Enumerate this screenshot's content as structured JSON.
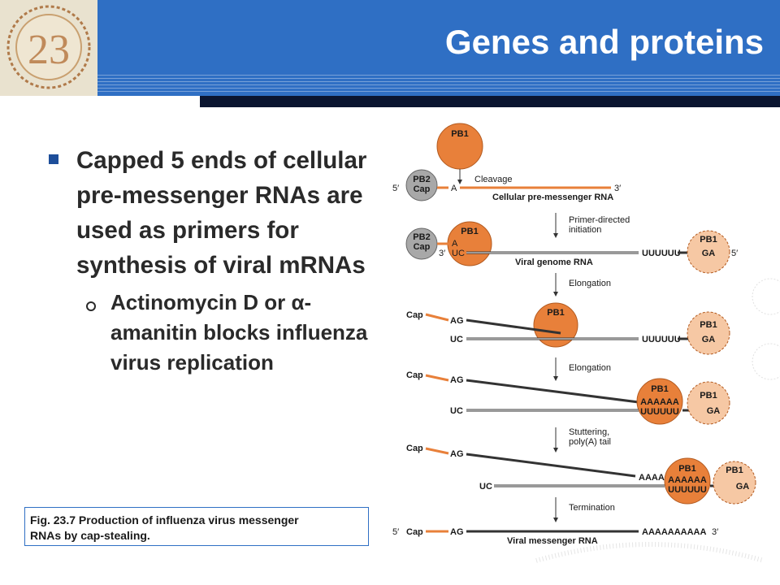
{
  "slide": {
    "title": "Genes and proteins",
    "bullet": "Capped 5 ends of cellular pre-messenger RNAs are used as primers for synthesis of viral mRNAs",
    "sub_bullet": "Actinomycin D or α-amanitin blocks influenza virus replication",
    "caption_line1": "Fig. 23.7  Production of influenza virus messenger",
    "caption_line2": "RNAs by cap-stealing."
  },
  "logo": {
    "text": "23"
  },
  "diagram": {
    "pb1": "PB1",
    "pb2": "PB2",
    "cap": "Cap",
    "five_prime": "5′",
    "three_prime": "3′",
    "a": "A",
    "uc": "UC",
    "ag": "AG",
    "ga": "GA",
    "uuuuuu": "UUUUUU",
    "aaaaaa": "AAAAAA",
    "aaaa": "AAAA",
    "aaaaaaaaaa": "AAAAAAAAAA",
    "cleavage": "Cleavage",
    "cellular_pre_mrna": "Cellular pre-messenger RNA",
    "primer_directed": "Primer-directed",
    "initiation": "initiation",
    "viral_genome_rna": "Viral genome RNA",
    "elongation": "Elongation",
    "stuttering": "Stuttering,",
    "polya_tail": "poly(A) tail",
    "termination": "Termination",
    "viral_mrna": "Viral messenger RNA"
  },
  "colors": {
    "header": "#2f6fc4",
    "orange": "#e8803a",
    "pb1_light": "#f6c8a4",
    "pb2_gray": "#a8a8a8",
    "dark_bar": "#0b1530"
  }
}
